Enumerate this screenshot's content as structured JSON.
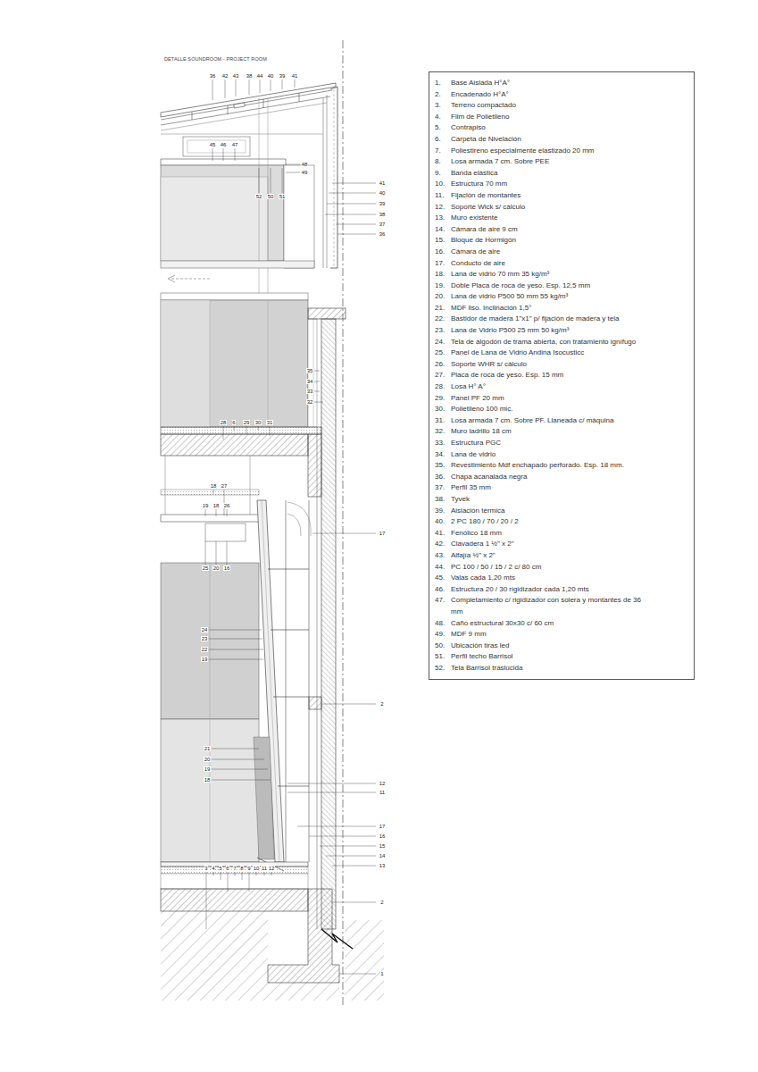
{
  "diagram": {
    "title": "DETALLE SOUNDROOM - PROJECT ROOM",
    "nodes": [
      {
        "text": [
          "1.",
          "Base Aislada H°A°",
          "2.",
          "Encadenado H°A°",
          "3.",
          "Terreno compactado",
          "4.",
          "Film de Polietileno",
          "5.",
          "Contrapiso",
          "6.",
          "Carpeta de Nivelación",
          "7.",
          "Poliestireno especialmente elastizado 20 mm",
          "8.",
          "Losa armada 7 cm. Sobre PEE",
          "9.",
          "Banda elástica",
          "10.",
          "Estructura 70 mm",
          "11.",
          "Fijación de montantes",
          "12.",
          "Soporte Wick s/ cálculo",
          "13.",
          "Muro existente",
          "14.",
          "Cámara de aire 9 cm",
          "15.",
          "Bloque de Hormigón",
          "16.",
          "Cámara de aire",
          "17.",
          "Conducto de aire",
          "18.",
          "Lana de vidrio 70 mm 35 kg/m³",
          "19.",
          "Doble Placa de roca de yeso. Esp. 12,5 mm",
          "20.",
          "Lana de vidrio P500 50 mm 55 kg/m³",
          "21.",
          "MDF liso. Inclinación 1,5°",
          "22.",
          "Bastidor de madera 1\"x1\" p/ fijación de madera y tela",
          "23.",
          "Lana de Vidrio P500 25 mm 50 kg/m³",
          "24.",
          "Tela de algodón de trama abierta, con tratamiento ignífugo",
          "25.",
          "Panel de Lana de Vidrio Andina Isocusticc",
          "26.",
          "Soporte WHR s/ cálculo",
          "27.",
          "Placa de roca de yeso. Esp. 15 mm",
          "28.",
          "Losa H° A°",
          "29.",
          "Panel PF 20 mm",
          "30.",
          "Polietileno 100 mic.",
          "31.",
          "Losa armada 7 cm. Sobre PF. Llaneada c/ máquina",
          "32.",
          "Muro ladrillo 18 cm",
          "33.",
          "Estructura PGC",
          "34.",
          "Lana de vidrio",
          "35.",
          "Revestimiento Mdf enchapado perforado. Esp. 18 mm.",
          "36.",
          "Chapa acanalada negra",
          "37.",
          "Perfil 35 mm",
          "38.",
          "Tyvek",
          "39.",
          "Aislación térmica",
          "40.",
          "2 PC 180 / 70 / 20 / 2",
          "41.",
          "Fenólico 18 mm",
          "42.",
          "Clavadera 1 ½\" x 2\"",
          "43.",
          "Alfajía ½\" x 2\"",
          "44.",
          "PC 100 / 50 / 15 / 2 c/ 80 cm",
          "45.",
          "Valas cada 1,20 mts",
          "46.",
          "Estructura 20 / 30 rigidizador cada 1,20 mts",
          "47.",
          "Completamiento c/ rigidizador con solera y montantes de 36 mm",
          "48.",
          "Caño estructural 30x30 c/ 60 cm",
          "49.",
          "MDF 9 mm",
          "50.",
          "Ubicación tiras led",
          "51.",
          "Perfil techo Barrisol",
          "52.",
          "Tela Barrisol traslúcida"
        ]
      }
    ],
    "labels": [
      "36",
      "42",
      "43",
      "38",
      "44",
      "40",
      "39",
      "41",
      "45",
      "46",
      "47",
      "48",
      "49",
      "52",
      "50",
      "51",
      "41",
      "40",
      "39",
      "38",
      "37",
      "36",
      "35",
      "34",
      "33",
      "32",
      "28",
      "6",
      "29",
      "30",
      "31",
      "18",
      "27",
      "19",
      "18",
      "26",
      "17",
      "25",
      "20",
      "16",
      "24",
      "23",
      "22",
      "19",
      "2",
      "21",
      "20",
      "19",
      "18",
      "12",
      "11",
      "17",
      "16",
      "15",
      "14",
      "13",
      "3",
      "4",
      "5",
      "6",
      "7",
      "8",
      "9",
      "10",
      "11",
      "12",
      "2",
      "1"
    ]
  }
}
